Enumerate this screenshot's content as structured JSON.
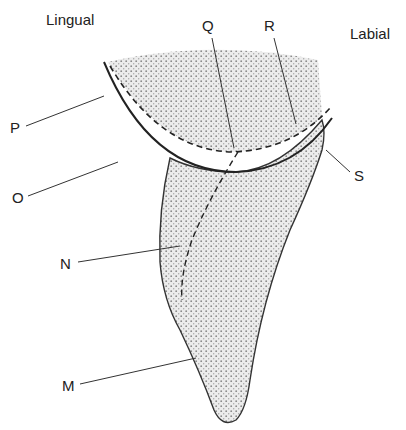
{
  "diagram": {
    "labels": [
      "Lingual",
      "Labial",
      "Q",
      "R",
      "P",
      "O",
      "S",
      "N",
      "M"
    ]
  }
}
